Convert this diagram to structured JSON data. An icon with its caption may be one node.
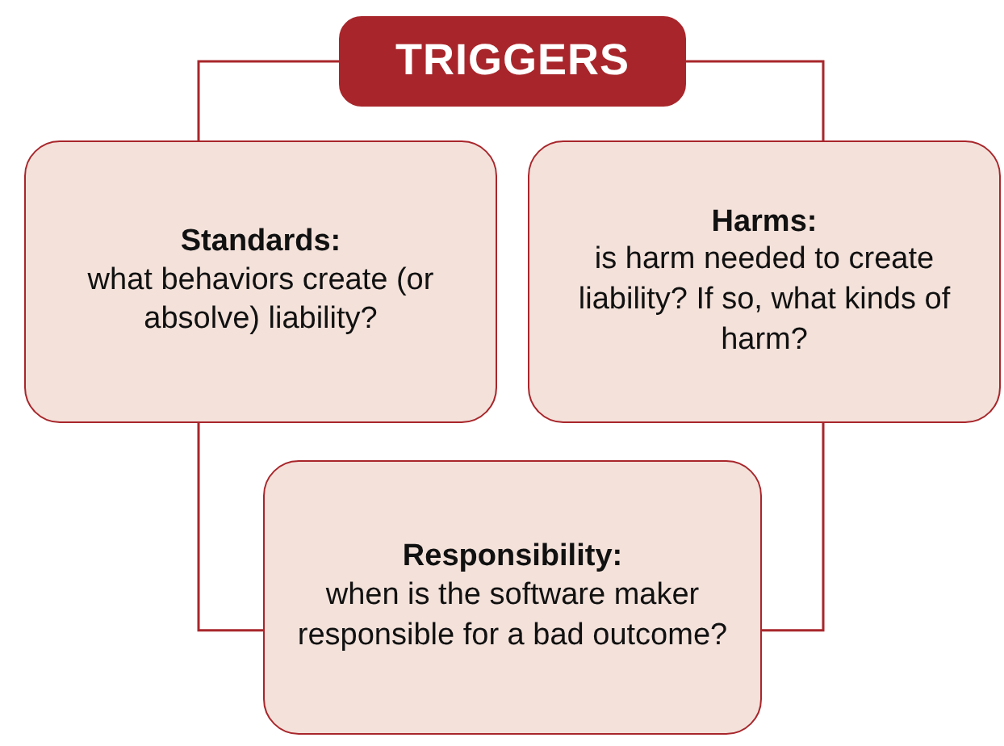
{
  "diagram": {
    "nodes": [
      {
        "text": [
          "TRIGGERS"
        ]
      },
      {
        "text": [
          "Standards:",
          "what behaviors create (or absolve) liability?"
        ]
      },
      {
        "text": [
          "Harms:",
          "is harm needed to create liability? If so, what kinds of harm?"
        ]
      },
      {
        "text": [
          "Responsibility:",
          "when is the software maker responsible for a bad outcome?"
        ]
      }
    ],
    "edges": [
      {
        "from": 0,
        "to": 1,
        "arrow": "none"
      },
      {
        "from": 0,
        "to": 2,
        "arrow": "none"
      },
      {
        "from": 1,
        "to": 3,
        "arrow": "none"
      },
      {
        "from": 2,
        "to": 3,
        "arrow": "none"
      }
    ]
  }
}
